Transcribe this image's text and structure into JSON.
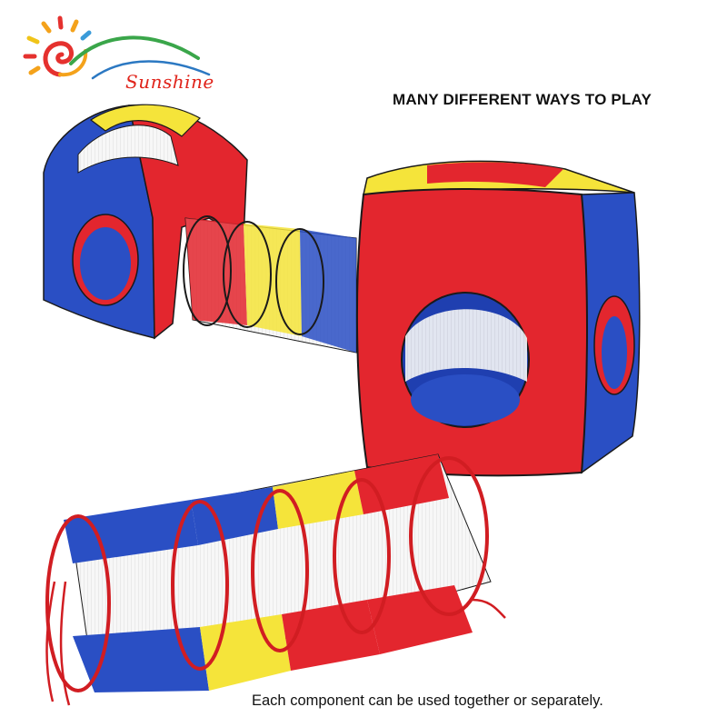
{
  "logo": {
    "text": "Sunshine",
    "icon": "sun-swirl-logo"
  },
  "headline": "MANY DIFFERENT WAYS TO PLAY",
  "caption": "Each component can be used together or separately.",
  "colors": {
    "red": "#e3262e",
    "blue": "#2a4fc4",
    "yellow": "#f5e43a",
    "mesh": "#f4f4f4",
    "edge": "#1a1a1a"
  }
}
